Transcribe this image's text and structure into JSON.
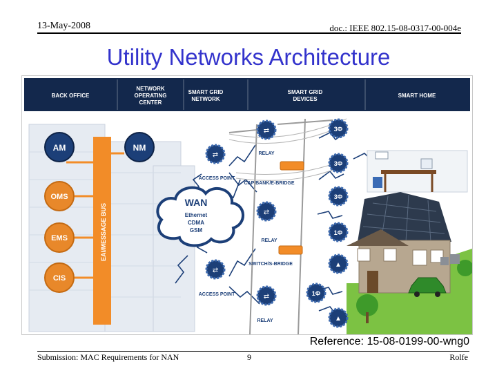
{
  "header": {
    "date": "13-May-2008",
    "doc_id": "doc.: IEEE 802.15-08-0317-00-004e"
  },
  "title": "Utility Networks Architecture",
  "diagram": {
    "columns": [
      "BACK OFFICE",
      [
        "NETWORK",
        "OPERATING",
        "CENTER"
      ],
      [
        "SMART GRID",
        "NETWORK"
      ],
      [
        "SMART GRID",
        "DEVICES"
      ],
      "SMART HOME"
    ],
    "back_office": [
      "OMS",
      "EMS",
      "CIS"
    ],
    "noc": [
      "AM",
      "NM"
    ],
    "bus_label": "EAI/MESSAGE BUS",
    "wan": {
      "title": "WAN",
      "items": [
        "Ethernet",
        "CDMA",
        "GSM"
      ]
    },
    "network_labels": [
      "ACCESS POINT",
      "ACCESS POINT"
    ],
    "device_labels": [
      "RELAY",
      "CAP BANK/E-BRIDGE",
      "RELAY",
      "SWITCH/S-BRIDGE",
      "RELAY"
    ],
    "meter_labels": [
      "3Φ",
      "3Φ",
      "3Φ",
      "1Φ",
      "",
      "1Φ",
      ""
    ],
    "colors": {
      "header_band": "#13284c",
      "node": "#1c3f78",
      "bus": "#f28c28",
      "back_office": "#e8882a",
      "sky": "#ffffff",
      "grass": "#7cc243"
    }
  },
  "reference": "Reference: 15-08-0199-00-wng0",
  "footer": {
    "submission": "Submission: MAC Requirements for NAN",
    "page": "9",
    "author": "Rolfe"
  }
}
